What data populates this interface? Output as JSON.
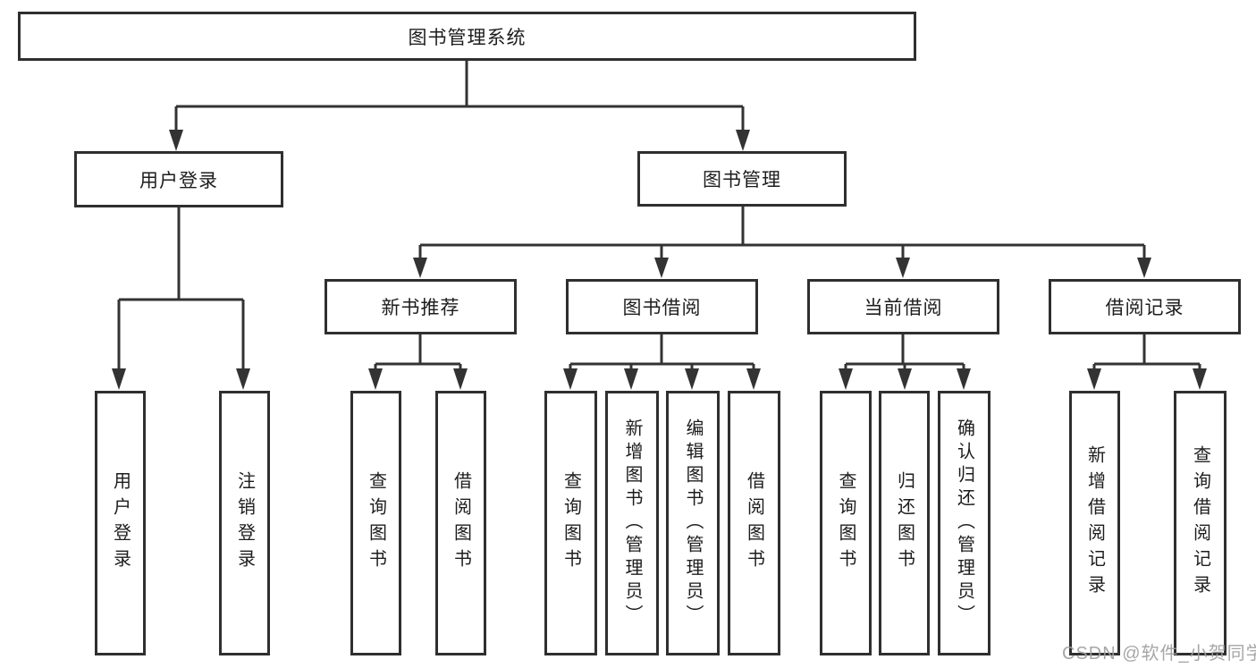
{
  "nodes": {
    "root": "图书管理系统",
    "user_login": "用户登录",
    "book_mgmt": "图书管理",
    "new_book_rec": "新书推荐",
    "book_borrow": "图书借阅",
    "current_borrow": "当前借阅",
    "borrow_record": "借阅记录",
    "leaf_user_login": "用户登录",
    "leaf_logout": "注销登录",
    "rec_query_book": "查询图书",
    "rec_borrow_book": "借阅图书",
    "bb_query_book": "查询图书",
    "bb_add_book": "新增图书（管理员）",
    "bb_edit_book": "编辑图书（管理员）",
    "bb_borrow_book": "借阅图书",
    "cb_query_book": "查询图书",
    "cb_return_book": "归还图书",
    "cb_confirm_return": "确认归还（管理员）",
    "br_add_record": "新增借阅记录",
    "br_query_record": "查询借阅记录"
  },
  "hierarchy": {
    "图书管理系统": [
      "用户登录",
      "图书管理"
    ],
    "用户登录": [
      "用户登录",
      "注销登录"
    ],
    "图书管理": [
      "新书推荐",
      "图书借阅",
      "当前借阅",
      "借阅记录"
    ],
    "新书推荐": [
      "查询图书",
      "借阅图书"
    ],
    "图书借阅": [
      "查询图书",
      "新增图书（管理员）",
      "编辑图书（管理员）",
      "借阅图书"
    ],
    "当前借阅": [
      "查询图书",
      "归还图书",
      "确认归还（管理员）"
    ],
    "借阅记录": [
      "新增借阅记录",
      "查询借阅记录"
    ]
  },
  "watermark": "CSDN @软件_小贺同学",
  "colors": {
    "line": "#333333",
    "box_border": "#2f2f2f",
    "text": "#1d1d1d",
    "watermark": "#9e9e9e",
    "background": "#ffffff"
  }
}
